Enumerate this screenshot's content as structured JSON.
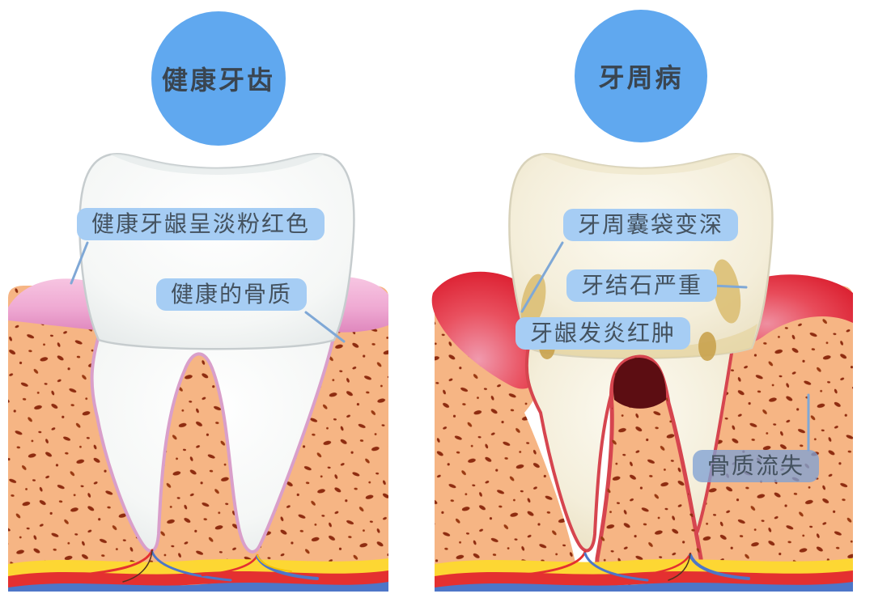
{
  "panels": {
    "healthy": {
      "badge": "健康牙齿",
      "callouts": {
        "gum": "健康牙龈呈淡粉红色",
        "bone": "健康的骨质"
      }
    },
    "diseased": {
      "badge": "牙周病",
      "callouts": {
        "pocket": "牙周囊袋变深",
        "tartar": "牙结石严重",
        "gum_inflamed": "牙龈发炎红肿",
        "bone_loss": "骨质流失"
      }
    }
  },
  "colors": {
    "badge_circle": "#60a8ef",
    "callout_bg": "#a6cdf4",
    "callout_text": "#44525f",
    "leader_line": "#7fa8d6",
    "healthy_gum_pink": "#efaad3",
    "inflamed_gum_red": "#e8323f",
    "bone_orange": "#f6b584",
    "bone_speckle": "#8e2c10",
    "tooth_white": "#f8faf9",
    "diseased_tooth_ivory": "#f4eeda",
    "tartar_yellow": "#dcbf74",
    "pocket_dark_red": "#5c0d12",
    "nerve_yellow": "#fdd733",
    "artery_red": "#e43030",
    "vein_blue": "#4d76c8"
  }
}
